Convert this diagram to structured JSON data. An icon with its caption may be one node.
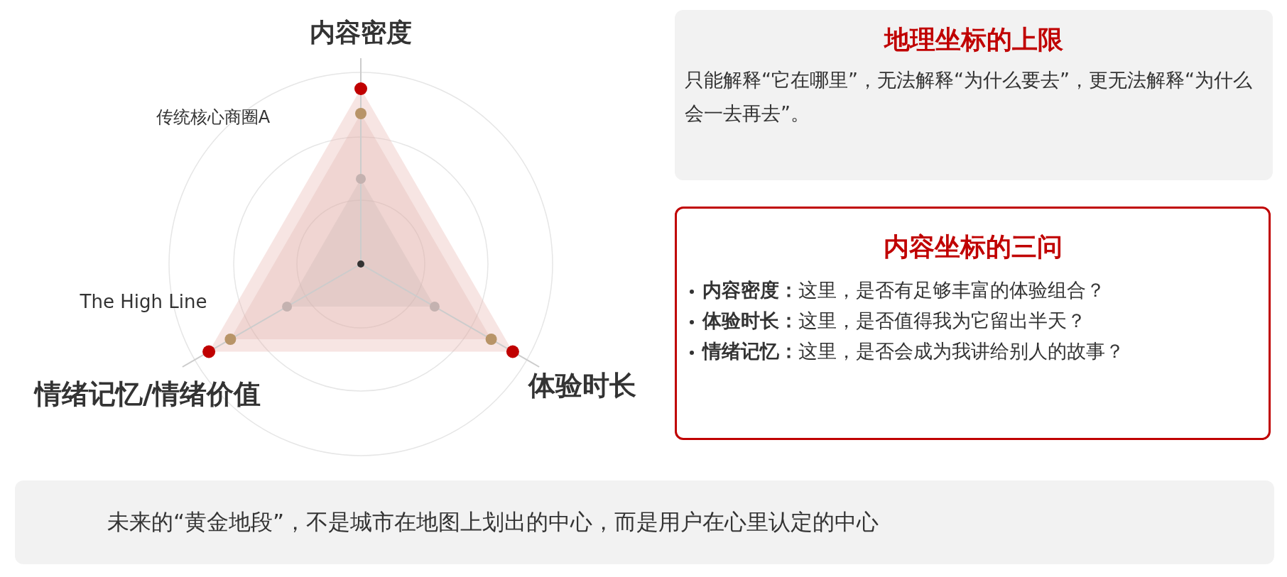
{
  "diagram": {
    "nodes": [
      {
        "text": [
          "地理坐标的上限",
          "只能解释“它在哪里”，无法解释“为什么要去”，更无法解释“为什么会一去再去”。"
        ]
      },
      {
        "text": [
          "内容坐标的三问",
          "**内容密度：**这里，是否有足够丰富的体验组合？",
          "**体验时长：**这里，是否值得我为它留出半天？",
          "**情绪记忆：**这里，是否会成为我讲给别人的故事？"
        ]
      },
      {
        "text": [
          "未来的“黄金地段”，不是城市在地图上划出的中心，而是用户在心里认定的中心"
        ]
      }
    ],
    "labels": [
      "内容密度",
      "传统核心商圈A",
      "The High Line",
      "情绪记忆/情绪价值",
      "体验时长"
    ]
  }
}
